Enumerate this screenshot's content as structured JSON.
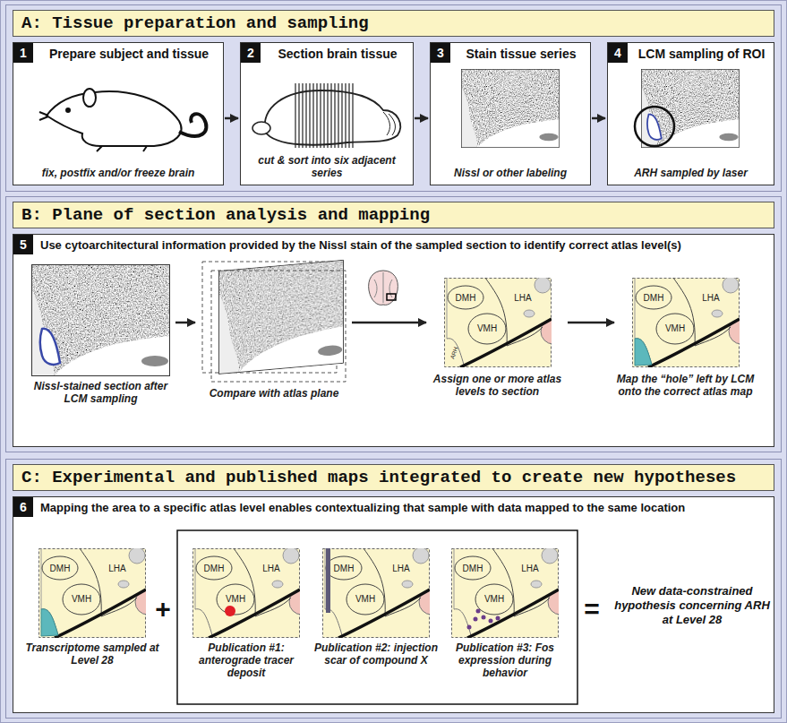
{
  "diagram": {
    "nodes": [
      {
        "text": [
          "A: Tissue preparation and sampling"
        ]
      },
      {
        "text": [
          "1",
          "Prepare subject and tissue",
          "fix, postfix and/or freeze brain"
        ],
        "in": 0
      },
      {
        "text": [
          "2",
          "Section brain tissue",
          "cut & sort into six adjacent series"
        ],
        "in": 0
      },
      {
        "text": [
          "3",
          "Stain tissue series",
          "Nissl or other labeling"
        ],
        "in": 0
      },
      {
        "text": [
          "4",
          "LCM sampling of ROI",
          "ARH sampled by laser"
        ],
        "in": 0
      },
      {
        "text": [
          "B: Plane of section analysis and mapping"
        ]
      },
      {
        "text": [
          "5",
          "Use cytoarchitectural information provided by the Nissl stain of the sampled section to identify correct atlas level(s)"
        ],
        "in": 5
      },
      {
        "text": [
          "Nissl-stained section after LCM sampling"
        ],
        "in": 6
      },
      {
        "text": [
          "Compare with atlas plane"
        ],
        "in": 6
      },
      {
        "text": [
          "DMH",
          "LHA",
          "VMH",
          "ARH",
          "Assign one or more atlas levels to section"
        ],
        "in": 6
      },
      {
        "text": [
          "DMH",
          "LHA",
          "VMH",
          "Map the “hole” left by LCM onto the correct atlas map"
        ],
        "in": 6
      },
      {
        "text": [
          "C: Experimental and published maps integrated to create new hypotheses"
        ]
      },
      {
        "text": [
          "6",
          "Mapping the area to a specific atlas level enables contextualizing that sample with data mapped to the same location"
        ],
        "in": 11
      },
      {
        "text": [
          "DMH",
          "LHA",
          "VMH",
          "Transcriptome sampled at Level 28"
        ],
        "in": 12
      },
      {
        "text": [
          "DMH",
          "LHA",
          "VMH",
          "Publication #1: anterograde tracer deposit"
        ],
        "in": 12
      },
      {
        "text": [
          "DMH",
          "LHA",
          "VMH",
          "Publication #2: injection scar of compound X"
        ],
        "in": 12
      },
      {
        "text": [
          "DMH",
          "LHA",
          "VMH",
          "Publication #3: Fos expression during behavior"
        ],
        "in": 12
      }
    ],
    "edges": [
      {
        "from": 1,
        "to": 2,
        "arrow": "to"
      },
      {
        "from": 2,
        "to": 3,
        "arrow": "to"
      },
      {
        "from": 3,
        "to": 4,
        "arrow": "to"
      },
      {
        "from": 7,
        "to": 8,
        "arrow": "to"
      },
      {
        "from": 8,
        "to": 9,
        "arrow": "to"
      },
      {
        "from": 9,
        "to": 10,
        "arrow": "to"
      }
    ],
    "labels": [
      "+",
      "=",
      "New data-constrained hypothesis concerning ARH at Level 28"
    ]
  }
}
